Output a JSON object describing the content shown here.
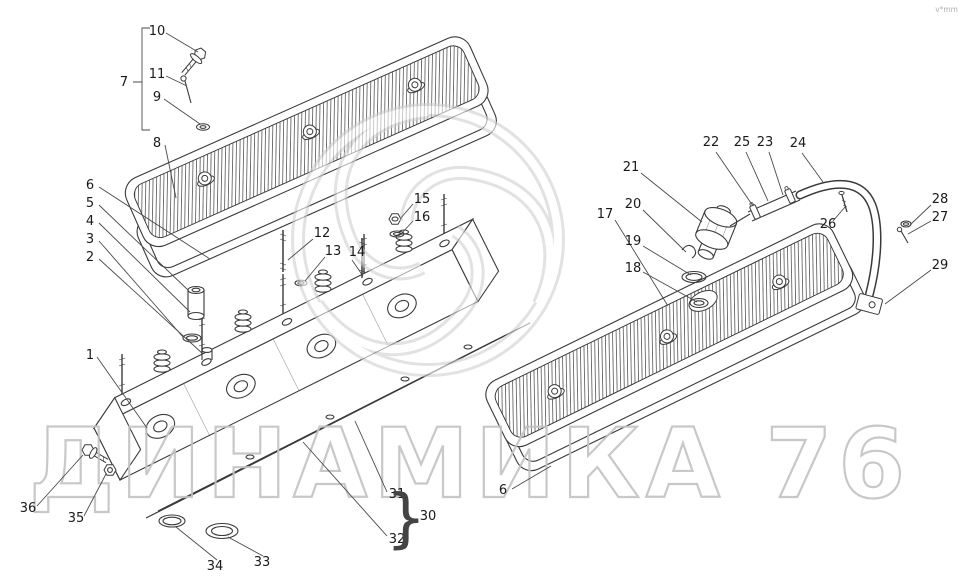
{
  "background": "#ffffff",
  "line_color": "#3a3a3a",
  "watermark": {
    "text": "ДИНАМИКА 76",
    "color": "#c3c3c3",
    "logo_icon": "swirl-logo"
  },
  "corner_mark": "v*mm",
  "diagram": {
    "brace": "}",
    "callouts": {
      "c1": "1",
      "c2": "2",
      "c3": "3",
      "c4": "4",
      "c5": "5",
      "c6_left": "6",
      "c6_right": "6",
      "c7": "7",
      "c8": "8",
      "c9": "9",
      "c10": "10",
      "c11": "11",
      "c12": "12",
      "c13": "13",
      "c14": "14",
      "c15": "15",
      "c16": "16",
      "c17": "17",
      "c18": "18",
      "c19": "19",
      "c20": "20",
      "c21": "21",
      "c22": "22",
      "c23": "23",
      "c24": "24",
      "c25": "25",
      "c26": "26",
      "c27": "27",
      "c28": "28",
      "c29": "29",
      "c30": "30",
      "c31": "31",
      "c32": "32",
      "c33": "33",
      "c34": "34",
      "c35": "35",
      "c36": "36"
    }
  }
}
